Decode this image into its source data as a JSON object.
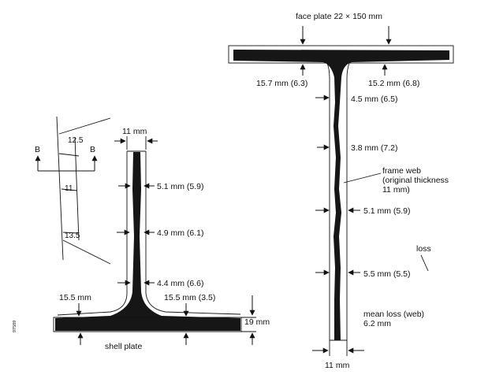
{
  "sketch": {
    "section_marker": "B",
    "dims": [
      "12.5",
      "11",
      "13.5"
    ]
  },
  "left_section": {
    "web_top_thickness": "11 mm",
    "web_readings": [
      "5.1 mm (5.9)",
      "4.9 mm (6.1)",
      "4.4 mm (6.6)"
    ],
    "flange_left_reading": "15.5 mm",
    "flange_right_reading": "15.5 mm (3.5)",
    "plate_thickness": "19 mm",
    "plate_label": "shell plate"
  },
  "right_section": {
    "face_plate_label": "face plate 22 × 150 mm",
    "flange_left_reading": "15.7 mm (6.3)",
    "flange_right_reading": "15.2 mm (6.8)",
    "web_readings": [
      "4.5 mm (6.5)",
      "3.8 mm (7.2)",
      "5.1 mm (5.9)",
      "5.5 mm (5.5)"
    ],
    "web_label": [
      "frame web",
      "(original thickness",
      "11 mm)"
    ],
    "loss_label": "loss",
    "mean_loss_label": [
      "mean loss (web)",
      "6.2 mm"
    ],
    "web_bottom_thickness": "11 mm"
  },
  "figure_code": "97589"
}
